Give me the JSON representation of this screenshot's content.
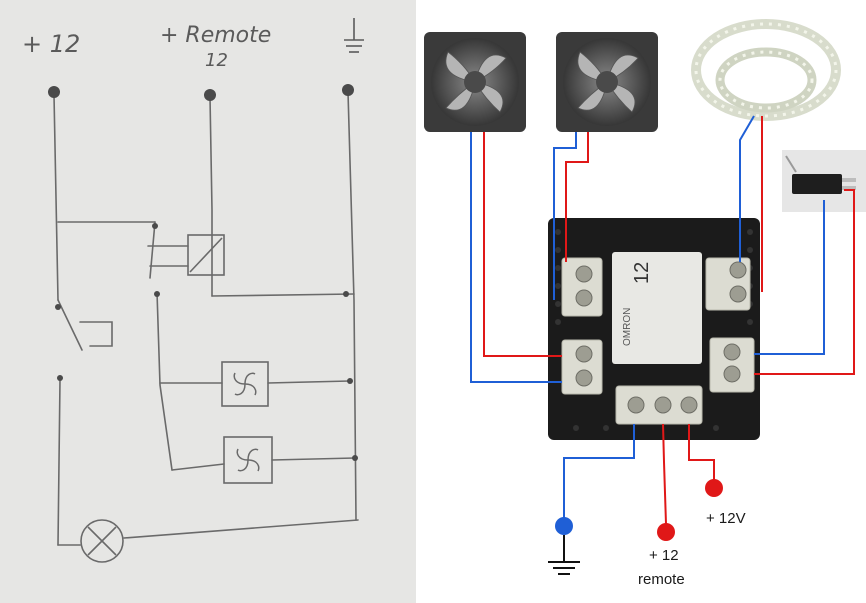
{
  "sketch": {
    "label_plus12": "+ 12",
    "label_remote_line1": "+ Remote",
    "label_remote_line2": "12"
  },
  "wiring": {
    "label_12v": "+ 12V",
    "label_remote_line1": "+ 12",
    "label_remote_line2": "remote",
    "relay_brand": "OMRON",
    "relay_number": "12"
  },
  "colors": {
    "wire_red": "#e01818",
    "wire_blue": "#1f5fd6",
    "pencil": "#6a6a6a",
    "paper": "#e6e6e4",
    "board": "#1b1b1b",
    "terminal": "#dcdcd2"
  },
  "icons": [
    "ground-icon",
    "fan-icon",
    "lamp-icon",
    "relay-coil-icon",
    "switch-icon",
    "led-strip-icon",
    "microswitch-icon"
  ]
}
